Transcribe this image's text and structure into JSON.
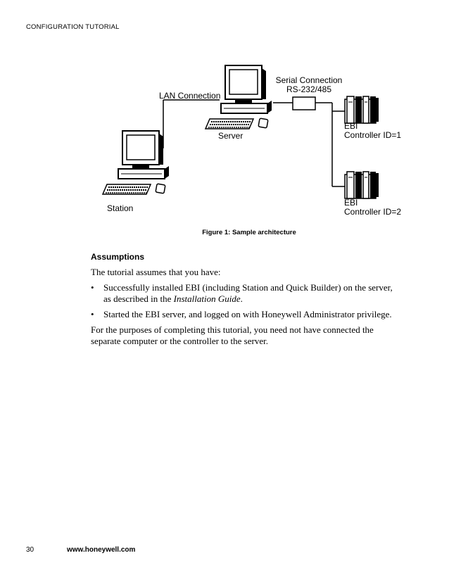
{
  "header": {
    "title": "CONFIGURATION TUTORIAL"
  },
  "figure": {
    "labels": {
      "lan": "LAN Connection",
      "serial_line1": "Serial Connection",
      "serial_line2": "RS-232/485",
      "server": "Server",
      "station": "Station",
      "ebi1_line1": "EBI",
      "ebi1_line2": "Controller ID=1",
      "ebi2_line1": "EBI",
      "ebi2_line2": "Controller ID=2"
    },
    "caption": "Figure 1: Sample architecture"
  },
  "assumptions": {
    "heading": "Assumptions",
    "intro": "The tutorial assumes that you have:",
    "bullets": [
      {
        "text_before": "Successfully installed EBI (including Station and Quick Builder) on the server, as described in the ",
        "italic": "Installation Guide",
        "text_after": "."
      },
      {
        "text_before": "Started the EBI server, and logged on with Honeywell Administrator privilege.",
        "italic": "",
        "text_after": ""
      }
    ],
    "closing": "For the purposes of completing this tutorial, you need not have connected the separate computer or the controller to the server."
  },
  "footer": {
    "page": "30",
    "url": "www.honeywell.com"
  }
}
